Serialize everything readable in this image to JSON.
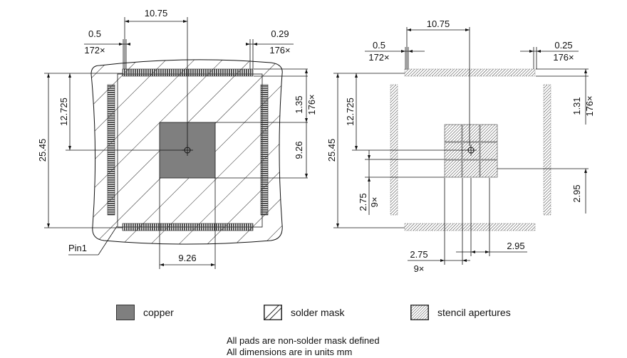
{
  "left_view": {
    "dims": {
      "top_span": "10.75",
      "pad_pitch_left": "0.5",
      "pad_count_left": "172×",
      "pad_width_right": "0.29",
      "pad_count_right": "176×",
      "half_height": "12.725",
      "full_height": "25.45",
      "pad_length": "1.35",
      "pad_length_count": "176×",
      "center_pad_h": "9.26",
      "center_pad_w": "9.26"
    },
    "pin1_label": "Pin1"
  },
  "right_view": {
    "dims": {
      "top_span": "10.75",
      "pad_pitch_left": "0.5",
      "pad_count_left": "172×",
      "aperture_width": "0.25",
      "aperture_count": "176×",
      "half_height": "12.725",
      "full_height": "25.45",
      "aperture_length": "1.31",
      "aperture_length_count": "176×",
      "sub_pitch_v": "2.75",
      "sub_count_v": "9×",
      "sub_size_right": "2.95",
      "sub_pitch_h": "2.75",
      "sub_count_h": "9×",
      "sub_size_bottom": "2.95"
    }
  },
  "legend": {
    "copper": "copper",
    "solder_mask": "solder mask",
    "stencil": "stencil apertures"
  },
  "notes": {
    "line1": "All pads are non-solder mask defined",
    "line2": "All dimensions are in units mm"
  },
  "colors": {
    "copper": "#7f7f7f",
    "line": "#111111"
  }
}
